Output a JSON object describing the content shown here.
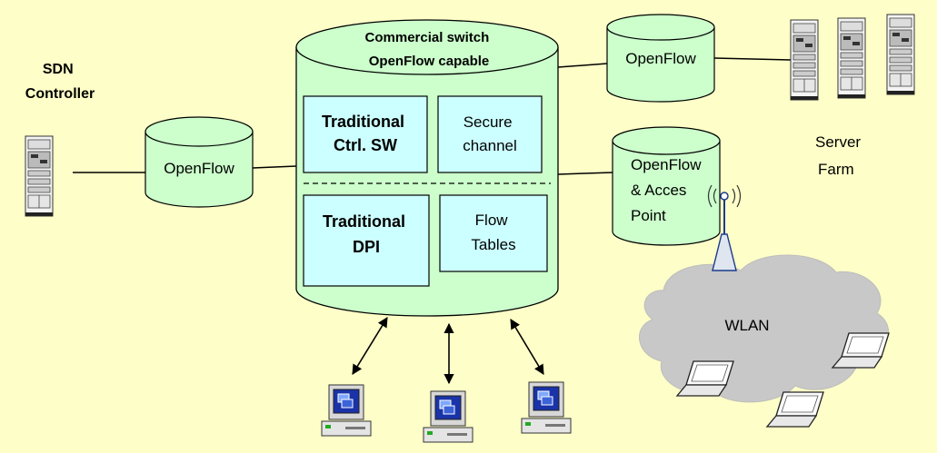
{
  "colors": {
    "background": "#fefec8",
    "cylinder_fill": "#ccffcc",
    "box_fill": "#ccffff",
    "cloud_fill": "#c8c8c8",
    "line": "#000000"
  },
  "icons": {
    "controller_server": "server-tower-icon",
    "farm_servers": "server-tower-icon",
    "workstations": "desktop-computer-icon",
    "antenna": "wireless-antenna-icon",
    "laptops": "laptop-icon"
  },
  "controller": {
    "line1": "SDN",
    "line2": "Controller"
  },
  "openflow_left": {
    "label": "OpenFlow"
  },
  "switch": {
    "title_line1": "Commercial switch",
    "title_line2": "OpenFlow capable",
    "box_ctrl": {
      "line1": "Traditional",
      "line2": "Ctrl. SW"
    },
    "box_secure": {
      "line1": "Secure",
      "line2": "channel"
    },
    "box_dpi": {
      "line1": "Traditional",
      "line2": "DPI"
    },
    "box_flow": {
      "line1": "Flow",
      "line2": "Tables"
    }
  },
  "openflow_top_right": {
    "label": "OpenFlow"
  },
  "openflow_ap": {
    "line1": "OpenFlow",
    "line2": "& Acces",
    "line3": "Point"
  },
  "server_farm": {
    "line1": "Server",
    "line2": "Farm"
  },
  "wlan": {
    "label": "WLAN"
  }
}
